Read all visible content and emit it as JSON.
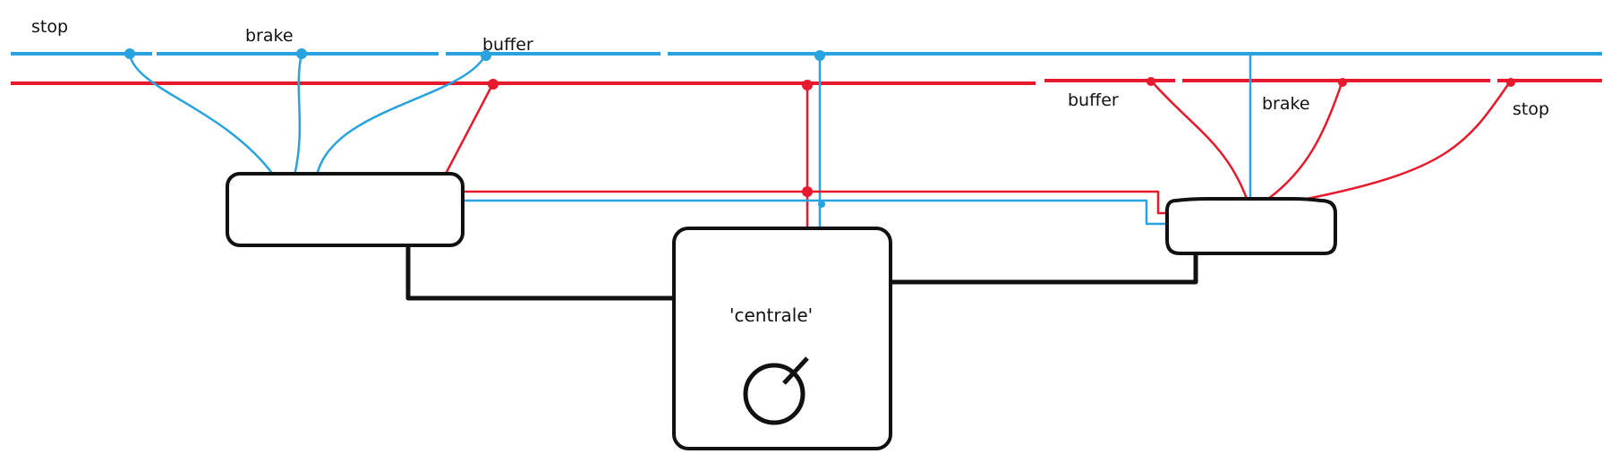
{
  "labels": {
    "left_stop": "stop",
    "left_brake": "brake",
    "left_buffer": "buffer",
    "right_buffer": "buffer",
    "right_brake": "brake",
    "right_stop": "stop",
    "central_unit": "'centrale'"
  },
  "colors": {
    "blue_line": "#29a3e0",
    "red_line": "#e8192c",
    "box_outline": "#111111",
    "background": "#ffffff"
  },
  "icons": {
    "central_knob": "knob-dial-icon"
  }
}
